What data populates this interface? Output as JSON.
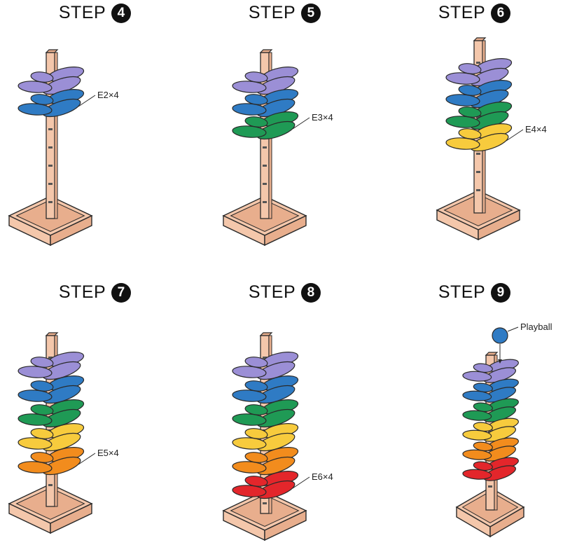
{
  "colors": {
    "wood": "#f4c7ab",
    "wood_dark": "#e8ae8d",
    "outline": "#2a2a2a",
    "purple": "#9b8fd6",
    "blue": "#2f7bc4",
    "green": "#1f9a55",
    "yellow": "#f7cb3d",
    "orange": "#f28c1d",
    "red": "#e3262b",
    "ball": "#2f7bc4"
  },
  "steps": [
    {
      "word": "STEP",
      "number": "4",
      "callout": "E2×4",
      "colors": [
        "purple",
        "blue"
      ]
    },
    {
      "word": "STEP",
      "number": "5",
      "callout": "E3×4",
      "colors": [
        "purple",
        "blue",
        "green"
      ]
    },
    {
      "word": "STEP",
      "number": "6",
      "callout": "E4×4",
      "colors": [
        "purple",
        "blue",
        "green",
        "yellow"
      ]
    },
    {
      "word": "STEP",
      "number": "7",
      "callout": "E5×4",
      "colors": [
        "purple",
        "blue",
        "green",
        "yellow",
        "orange"
      ]
    },
    {
      "word": "STEP",
      "number": "8",
      "callout": "E6×4",
      "colors": [
        "purple",
        "blue",
        "green",
        "yellow",
        "orange",
        "red"
      ]
    },
    {
      "word": "STEP",
      "number": "9",
      "callout": "Playball",
      "colors": [
        "purple",
        "blue",
        "green",
        "yellow",
        "orange",
        "red"
      ]
    }
  ]
}
